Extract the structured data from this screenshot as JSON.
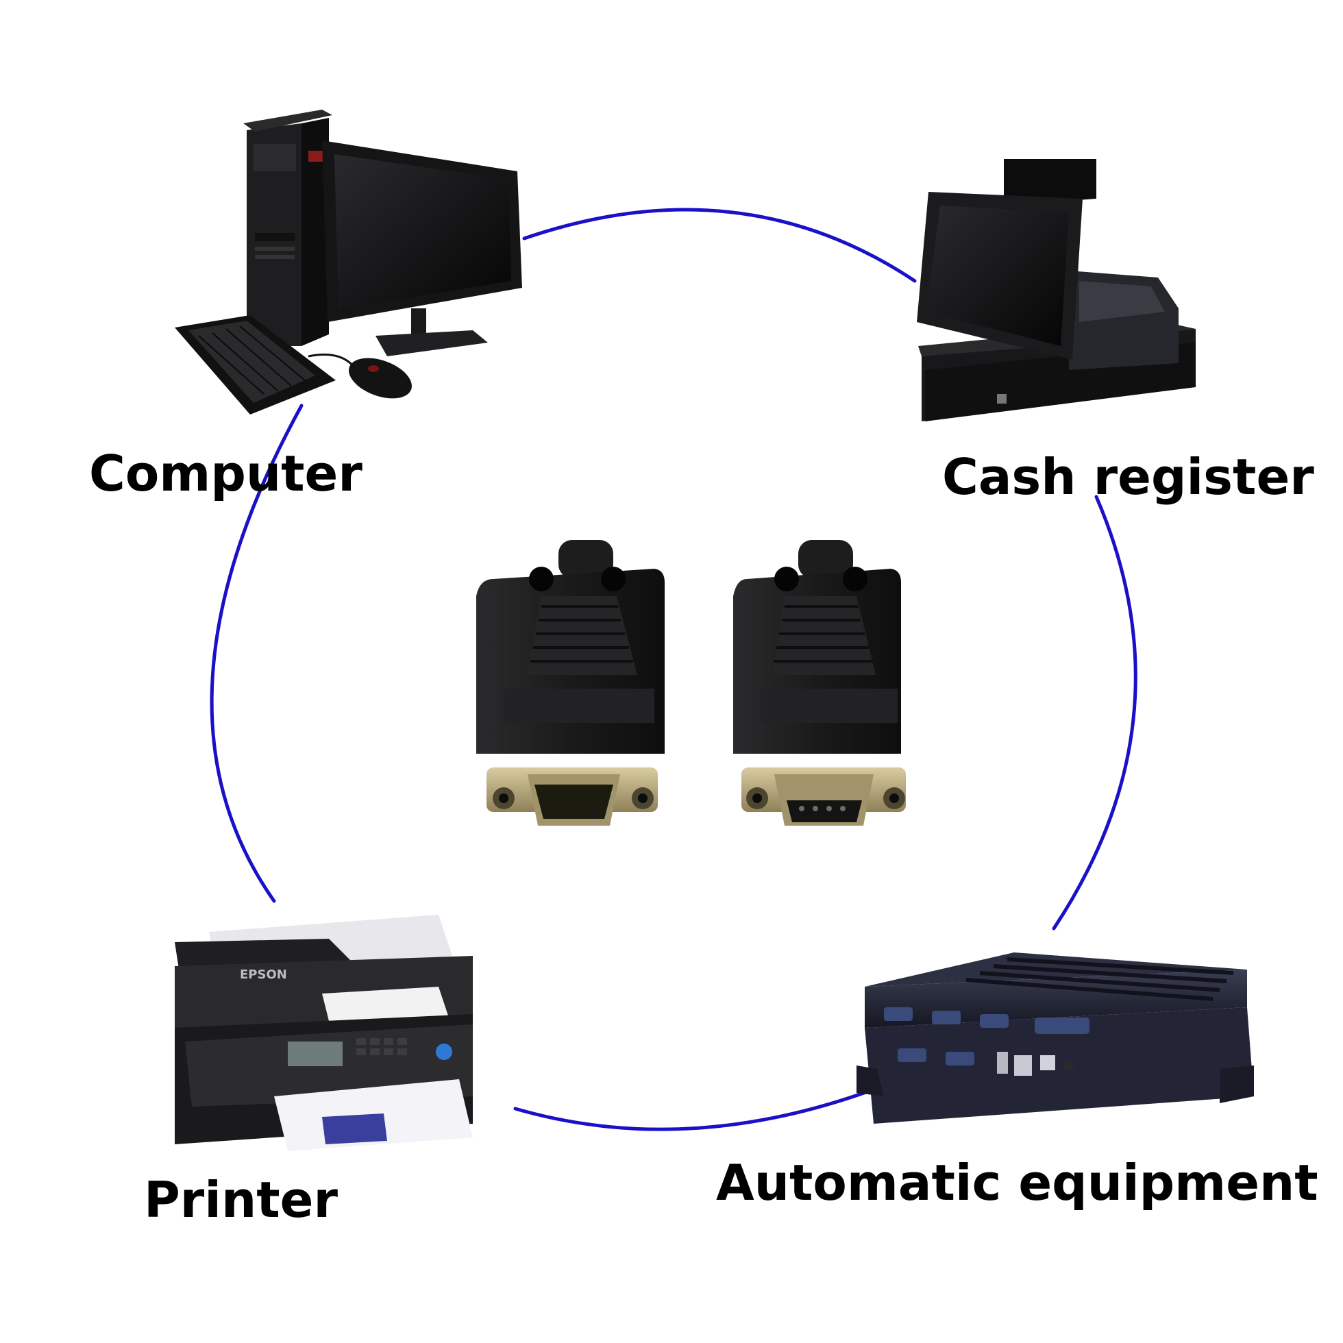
{
  "labels": {
    "computer": "Computer",
    "cash_register": "Cash register",
    "printer": "Printer",
    "automatic_equipment": "Automatic equipment"
  },
  "printer": {
    "brand": "EPSON"
  },
  "colors": {
    "ring": "#1a10c8",
    "device_dark": "#1c1c1e",
    "metal": "#b8aa7c"
  }
}
